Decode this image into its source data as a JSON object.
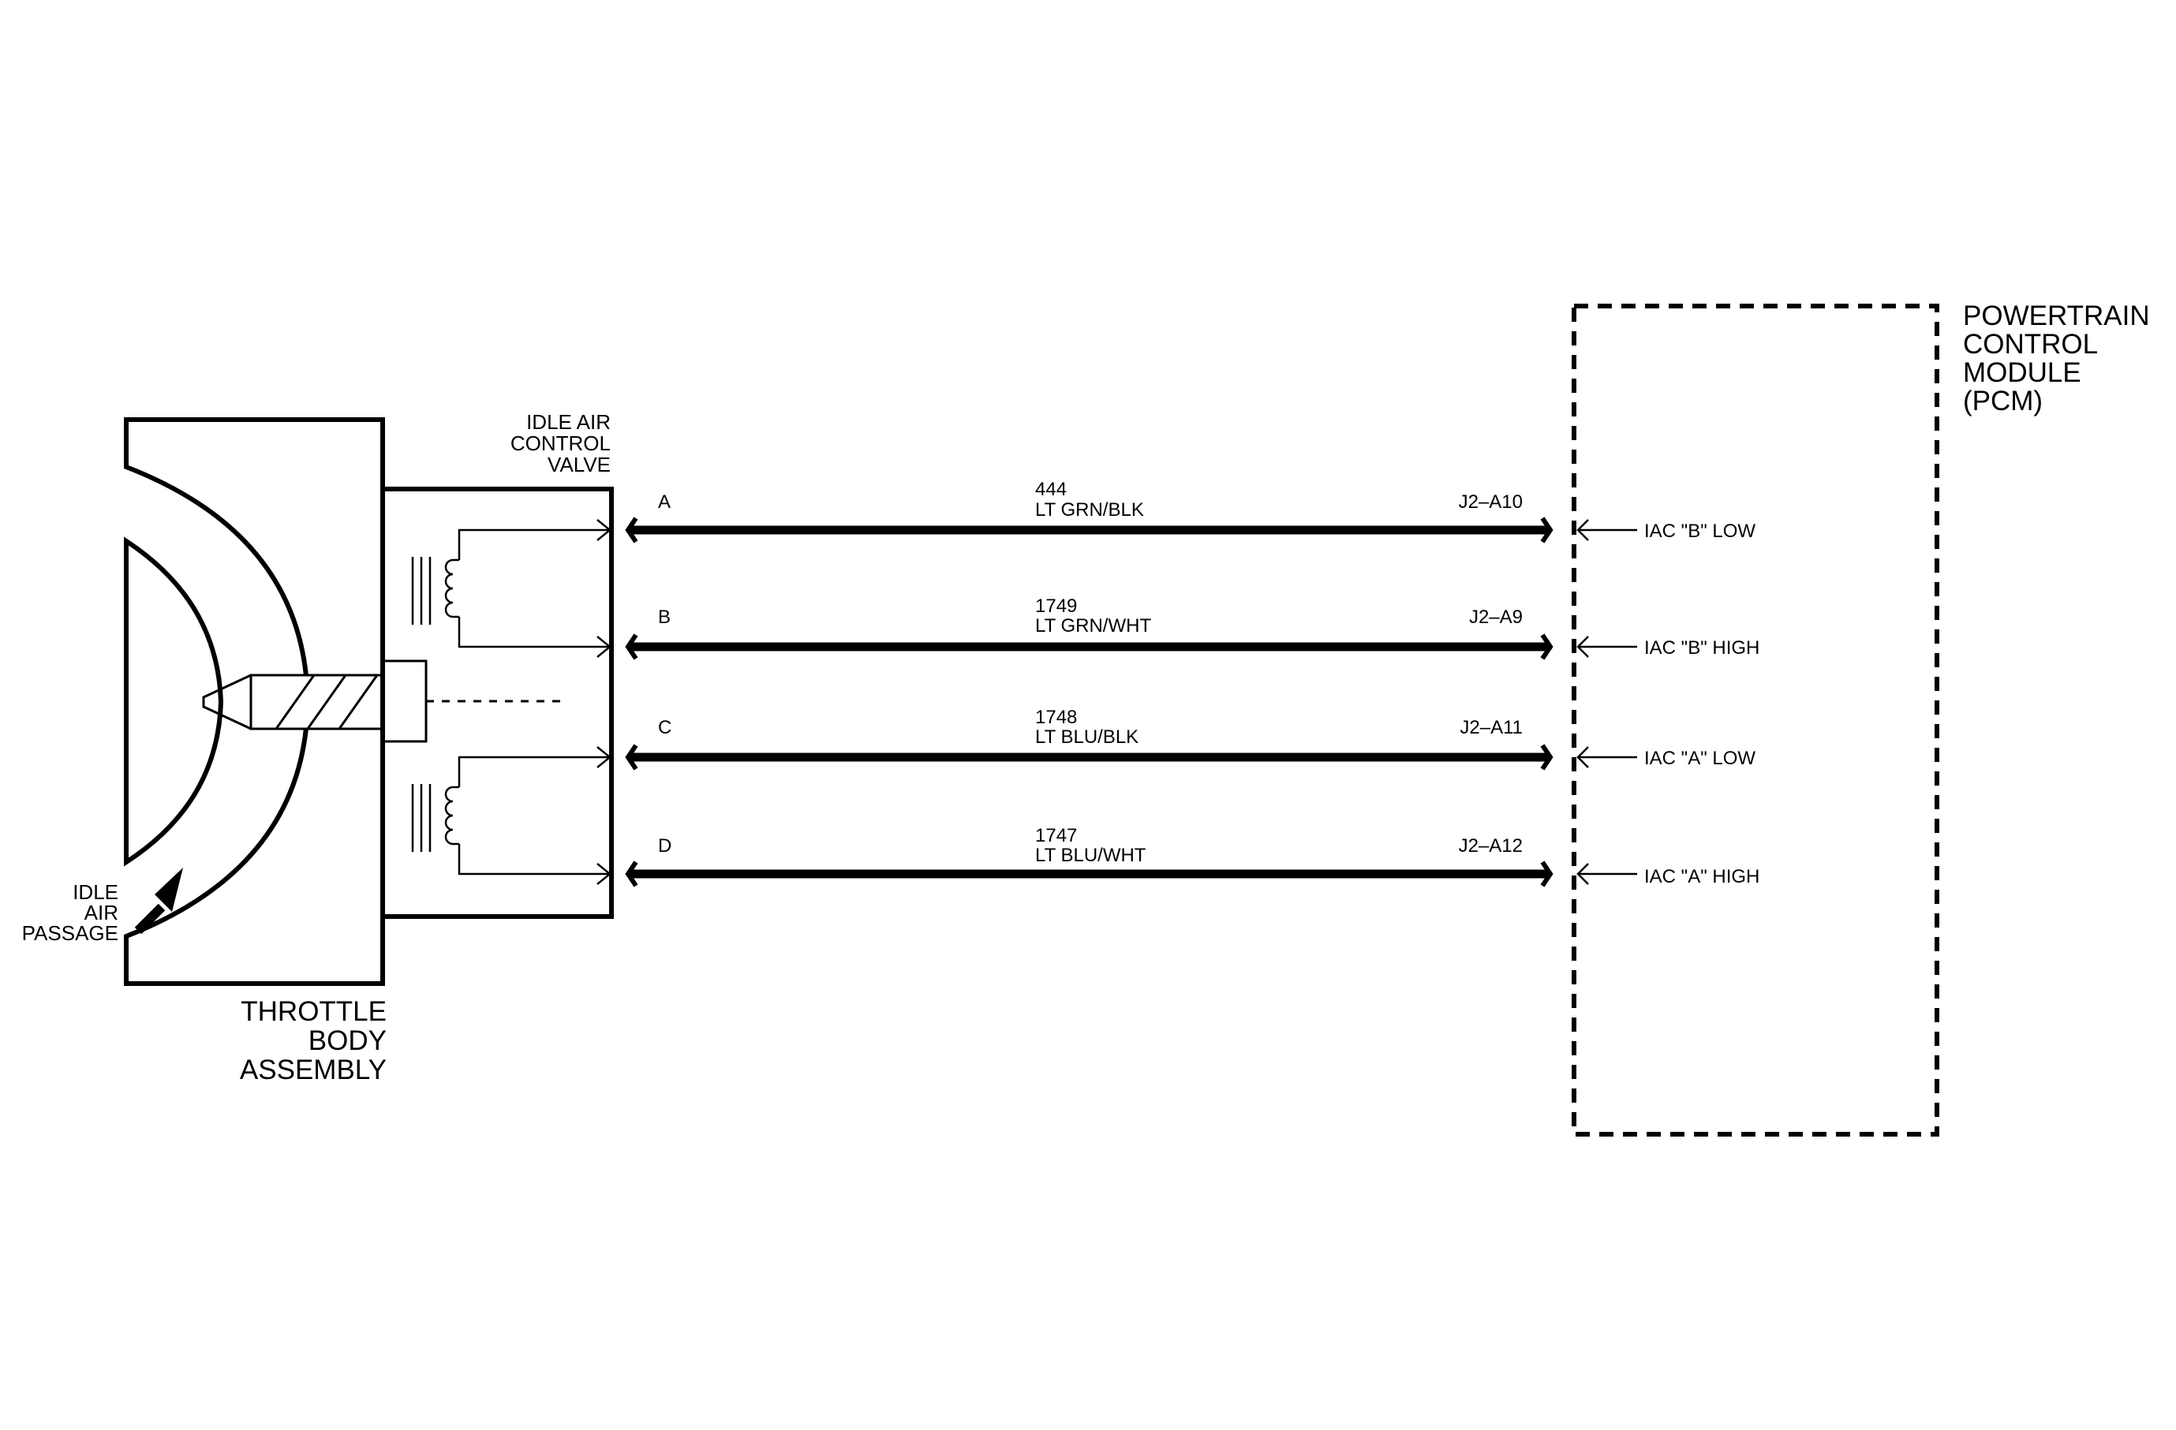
{
  "colors": {
    "ink": "#000000",
    "background": "#ffffff"
  },
  "throttle_body": {
    "label_lines": [
      "THROTTLE",
      "BODY",
      "ASSEMBLY"
    ]
  },
  "idle_air_passage": {
    "label_lines": [
      "IDLE",
      "AIR",
      "PASSAGE"
    ]
  },
  "iac_valve": {
    "label_lines": [
      "IDLE AIR",
      "CONTROL",
      "VALVE"
    ]
  },
  "pcm": {
    "label_lines": [
      "POWERTRAIN",
      "CONTROL",
      "MODULE",
      "(PCM)"
    ]
  },
  "circuits": [
    {
      "pin": "A",
      "circuit": "444",
      "color": "LT GRN/BLK",
      "pcm_pin": "J2–A10",
      "signal": "IAC \"B\" LOW"
    },
    {
      "pin": "B",
      "circuit": "1749",
      "color": "LT GRN/WHT",
      "pcm_pin": "J2–A9",
      "signal": "IAC \"B\" HIGH"
    },
    {
      "pin": "C",
      "circuit": "1748",
      "color": "LT BLU/BLK",
      "pcm_pin": "J2–A11",
      "signal": "IAC \"A\" LOW"
    },
    {
      "pin": "D",
      "circuit": "1747",
      "color": "LT BLU/WHT",
      "pcm_pin": "J2–A12",
      "signal": "IAC \"A\" HIGH"
    }
  ]
}
